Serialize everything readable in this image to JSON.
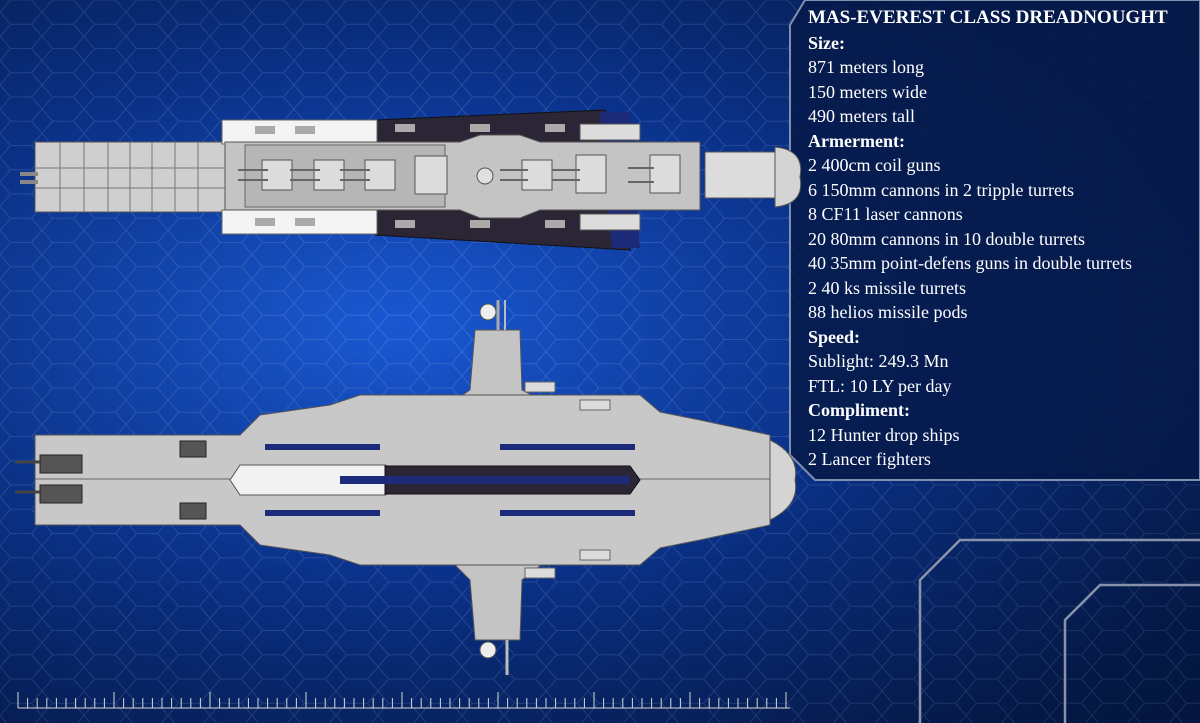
{
  "spec_sheet": {
    "title": "MAS-EVEREST CLASS DREADNOUGHT",
    "sections": [
      {
        "heading": "Size:",
        "lines": [
          "871 meters long",
          "150 meters wide",
          "490 meters tall"
        ]
      },
      {
        "heading": "Armerment:",
        "lines": [
          "2 400cm coil guns",
          "6 150mm cannons in 2 tripple turrets",
          "8 CF11 laser cannons",
          "20 80mm cannons in 10 double turrets",
          "40 35mm point-defens guns in double turrets",
          "2 40 ks missile turrets",
          "88 helios missile pods"
        ]
      },
      {
        "heading": "Speed:",
        "lines": [
          "Sublight: 249.3 Mn",
          "FTL: 10 LY per day"
        ]
      },
      {
        "heading": "Compliment:",
        "lines": [
          "12 Hunter drop ships",
          "2 Lancer fighters"
        ]
      }
    ]
  },
  "colors": {
    "background": "#0d3fae",
    "panel": "#061a4a",
    "hull_light": "#c8c8c8",
    "hull_dark": "#3a3440",
    "accent_blue": "#1c2a7a",
    "text": "#ffffff"
  }
}
